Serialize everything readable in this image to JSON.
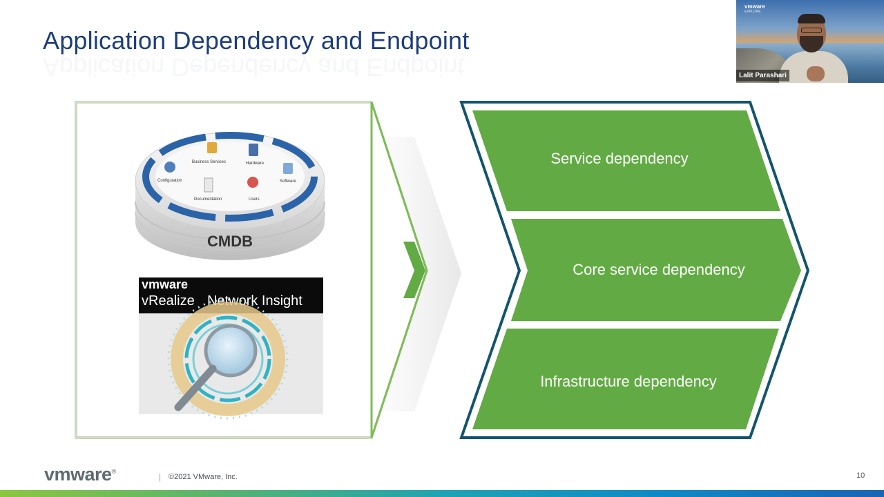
{
  "slide": {
    "title": "Application Dependency and Endpoint",
    "page_number": "10"
  },
  "left_panel": {
    "cmdb": {
      "label": "CMDB",
      "items": [
        "Business Services",
        "Hardware",
        "Configuration",
        "Software",
        "Documentation",
        "Users"
      ]
    },
    "vrni": {
      "brand": "vmware",
      "product_prefix": "vRealize",
      "product_name": "Network Insight"
    }
  },
  "dependencies": [
    {
      "label": "Service dependency"
    },
    {
      "label": "Core service dependency"
    },
    {
      "label": "Infrastructure dependency"
    }
  ],
  "video": {
    "participant_name": "Lalit Parashari",
    "logo": "vmware",
    "logo_sub": "EXPLORE"
  },
  "footer": {
    "logo": "vmware",
    "logo_mark": "®",
    "separator": "|",
    "copyright": "©2021 VMware, Inc."
  },
  "colors": {
    "title": "#1d3e7a",
    "green": "#62ab44",
    "navy": "#13546e",
    "outline_green": "#7fbb5a"
  }
}
